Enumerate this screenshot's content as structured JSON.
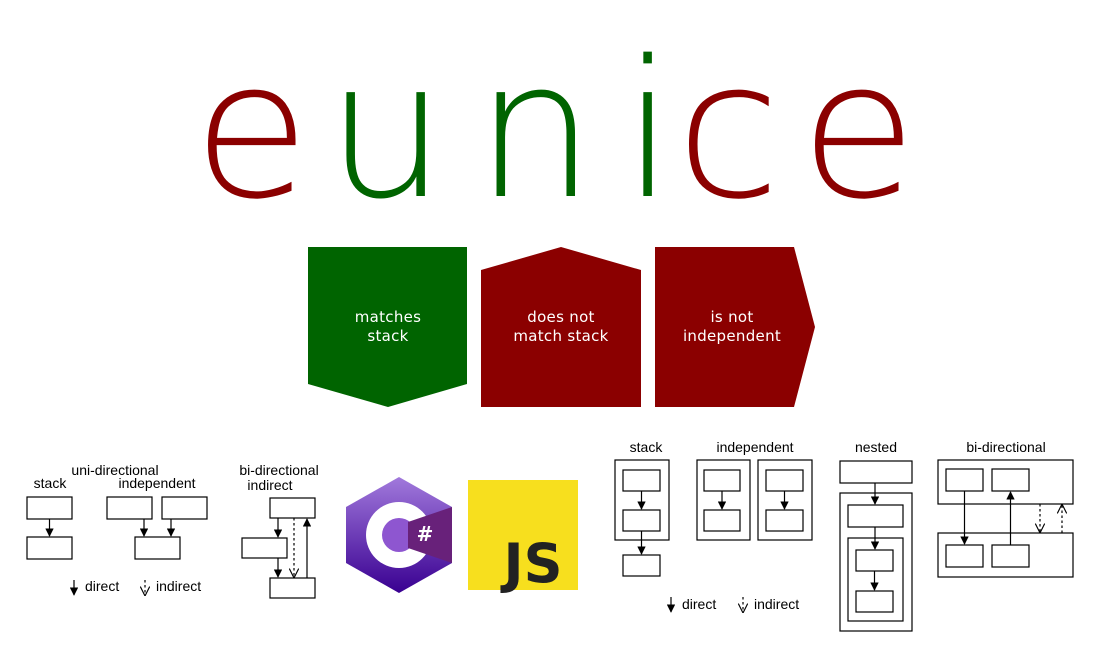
{
  "logo": {
    "letters": [
      {
        "char": "e",
        "color": "#8b0000"
      },
      {
        "char": "u",
        "color": "#006400"
      },
      {
        "char": "n",
        "color": "#006400"
      },
      {
        "char": "i",
        "color": "#006400"
      },
      {
        "char": "c",
        "color": "#8b0000"
      },
      {
        "char": "e",
        "color": "#8b0000"
      }
    ]
  },
  "badges": [
    {
      "line1": "matches",
      "line2": "stack",
      "color": "#006400"
    },
    {
      "line1": "does not",
      "line2": "match stack",
      "color": "#8b0000"
    },
    {
      "line1": "is not",
      "line2": "independent",
      "color": "#8b0000"
    }
  ],
  "left_diagrams": {
    "uni_directional": "uni-directional",
    "stack": "stack",
    "independent": "independent",
    "bi_directional_indirect_line1": "bi-directional",
    "bi_directional_indirect_line2": "indirect",
    "legend_direct": "direct",
    "legend_indirect": "indirect"
  },
  "language_logos": {
    "csharp": {
      "glyph": "C",
      "mark": "#",
      "color_top": "#9b4f96",
      "color_bottom": "#68217a"
    },
    "javascript": {
      "text": "JS",
      "background": "#f7df1e"
    }
  },
  "right_diagrams": {
    "stack": "stack",
    "independent": "independent",
    "nested": "nested",
    "bi_directional": "bi-directional",
    "legend_direct": "direct",
    "legend_indirect": "indirect"
  }
}
